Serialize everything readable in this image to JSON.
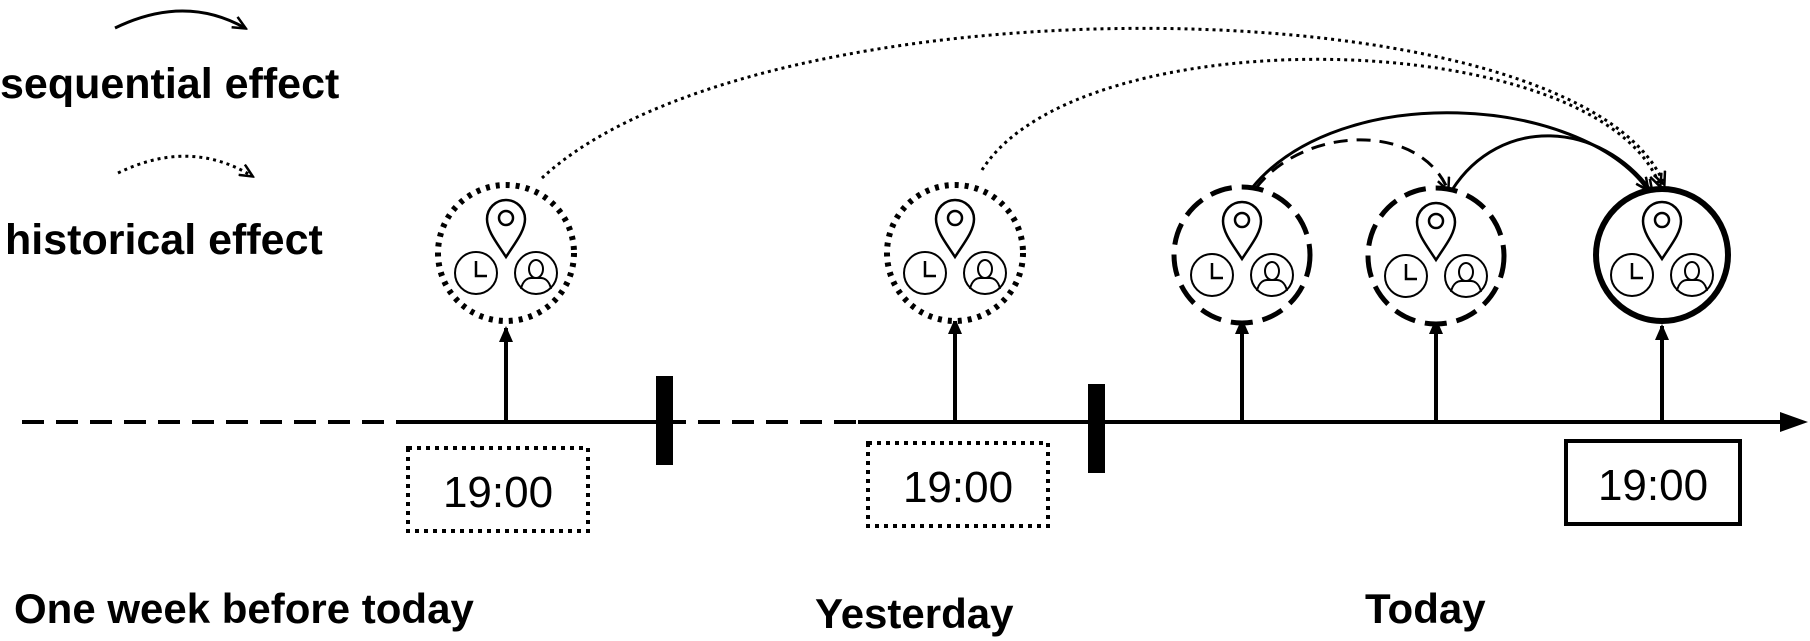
{
  "legend": {
    "sequential_label": "sequential effect",
    "historical_label": "historical effect"
  },
  "timeline": {
    "periods": [
      {
        "label": "One week before today"
      },
      {
        "label": "Yesterday"
      },
      {
        "label": "Today"
      }
    ],
    "time_boxes": [
      {
        "label": "19:00",
        "style": "dotted"
      },
      {
        "label": "19:00",
        "style": "dotted"
      },
      {
        "label": "19:00",
        "style": "solid"
      }
    ],
    "nodes": [
      {
        "name": "node-week-before",
        "border": "dotted",
        "icons": [
          "location-pin-icon",
          "clock-icon",
          "user-icon"
        ]
      },
      {
        "name": "node-yesterday",
        "border": "dotted",
        "icons": [
          "location-pin-icon",
          "clock-icon",
          "user-icon"
        ]
      },
      {
        "name": "node-today-1",
        "border": "dashed",
        "icons": [
          "location-pin-icon",
          "clock-icon",
          "user-icon"
        ]
      },
      {
        "name": "node-today-2",
        "border": "dashed",
        "icons": [
          "location-pin-icon",
          "clock-icon",
          "user-icon"
        ]
      },
      {
        "name": "node-today-target",
        "border": "solid",
        "icons": [
          "location-pin-icon",
          "clock-icon",
          "user-icon"
        ]
      }
    ],
    "edges": [
      {
        "type": "historical",
        "from": "node-week-before",
        "to": "node-today-target"
      },
      {
        "type": "historical",
        "from": "node-yesterday",
        "to": "node-today-target"
      },
      {
        "type": "sequential-dashed",
        "from": "node-today-1",
        "to": "node-today-2"
      },
      {
        "type": "sequential",
        "from": "node-today-1",
        "to": "node-today-target"
      },
      {
        "type": "sequential",
        "from": "node-today-2",
        "to": "node-today-target"
      }
    ]
  },
  "colors": {
    "ink": "#000000",
    "background": "#ffffff"
  }
}
